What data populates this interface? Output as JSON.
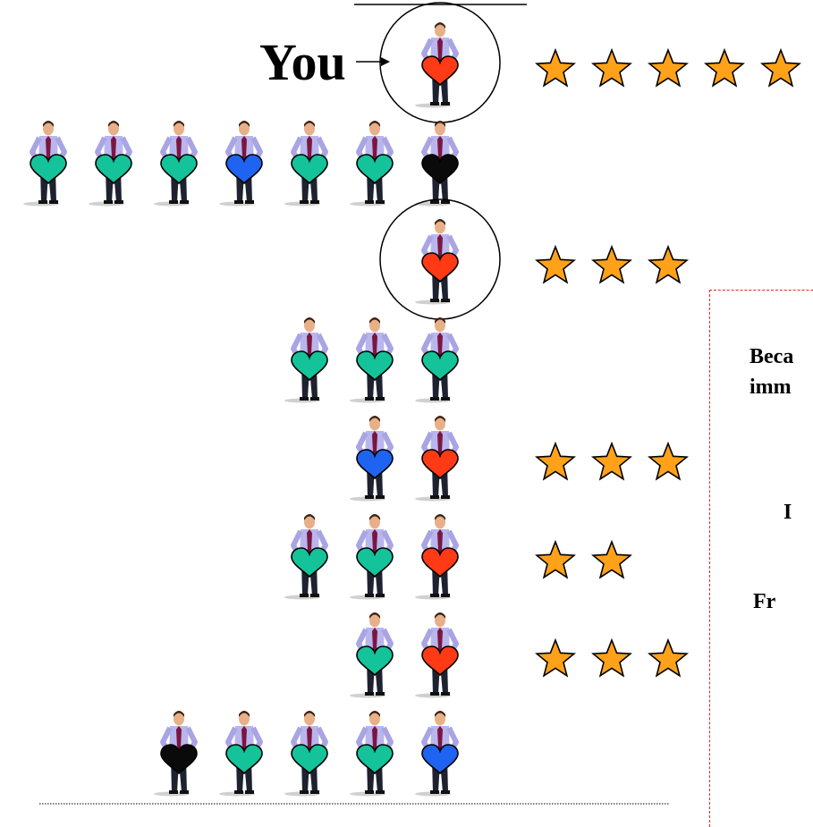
{
  "you_label": "You",
  "note_text": [
    "Beca",
    "imm",
    "I",
    "Fr"
  ],
  "colors": {
    "heart_green": "#14c39a",
    "heart_blue": "#1e64f0",
    "heart_red": "#ff3a14",
    "heart_black": "#0a0a0a",
    "star_fill": "#ffa21a",
    "note_border": "#e0281e"
  },
  "rows": [
    {
      "hearts": [
        "red"
      ],
      "circled": true,
      "stars": 5
    },
    {
      "hearts": [
        "green",
        "green",
        "green",
        "blue",
        "green",
        "green",
        "black"
      ],
      "circled": false,
      "stars": 0
    },
    {
      "hearts": [
        "red"
      ],
      "circled": true,
      "stars": 3
    },
    {
      "hearts": [
        "green",
        "green",
        "green"
      ],
      "circled": false,
      "stars": 0
    },
    {
      "hearts": [
        "blue",
        "red"
      ],
      "circled": false,
      "stars": 3
    },
    {
      "hearts": [
        "green",
        "green",
        "red"
      ],
      "circled": false,
      "stars": 2
    },
    {
      "hearts": [
        "green",
        "red"
      ],
      "circled": false,
      "stars": 3
    },
    {
      "hearts": [
        "black",
        "green",
        "green",
        "green",
        "blue"
      ],
      "circled": false,
      "stars": 0
    }
  ]
}
